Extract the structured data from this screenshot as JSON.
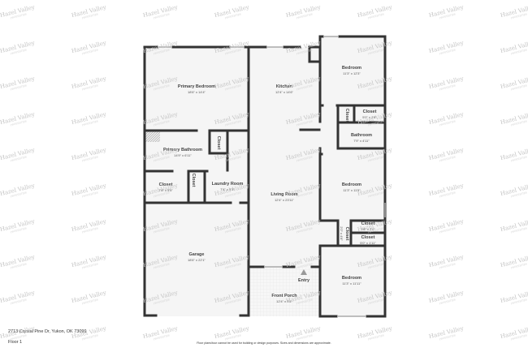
{
  "plan": {
    "address": "2713 Crystal Pine Dr, Yukon, OK 73099",
    "floor": "Floor 1",
    "disclaimer": "Floor plans/tour cannot be used for building or design purposes. Sizes and dimensions are approximate.",
    "watermark": "Hazel Valley",
    "watermark_sub": "PROPERTIES",
    "entry_label": "Entry",
    "rooms": {
      "primary_bedroom": {
        "name": "Primary Bedroom",
        "dim": "18'6\" x 14'4\""
      },
      "kitchen": {
        "name": "Kitchen",
        "dim": "12'4\" x 14'6\""
      },
      "bedroom1": {
        "name": "Bedroom",
        "dim": "11'3\" x 12'3\""
      },
      "closet_b1_vert": {
        "name": "Closet"
      },
      "closet_b1": {
        "name": "Closet",
        "dim": "5'0\" x 2'8\""
      },
      "bathroom": {
        "name": "Bathroom",
        "dim": "7'9\" x 4'11\""
      },
      "primary_bathroom": {
        "name": "Primary Bathroom",
        "dim": "14'9\" x 6'11\""
      },
      "closet_pb_vert": {
        "name": "Closet"
      },
      "closet_primary": {
        "name": "Closet",
        "dim": "7'8\" x 5'5\""
      },
      "closet_small_vert": {
        "name": "Closet"
      },
      "laundry": {
        "name": "Laundry Room",
        "dim": "7'4\" x 5'3\""
      },
      "living": {
        "name": "Living Room",
        "dim": "12'4\" x 23'11\""
      },
      "bedroom2": {
        "name": "Bedroom",
        "dim": "11'3\" x 11'9\""
      },
      "closet_hall_vert": {
        "name": "Closet",
        "dim": "2'0\" x 4'8\""
      },
      "closet_b2": {
        "name": "Closet",
        "dim": "5'8\" x 2'0\""
      },
      "closet_b3": {
        "name": "Closet",
        "dim": "5'0\" x 1'11\""
      },
      "bedroom3": {
        "name": "Bedroom",
        "dim": "11'3\" x 11'11\""
      },
      "garage": {
        "name": "Garage",
        "dim": "18'6\" x 22'1\""
      },
      "front_porch": {
        "name": "Front Porch",
        "dim": "12'4\" x 8'6\""
      }
    }
  }
}
